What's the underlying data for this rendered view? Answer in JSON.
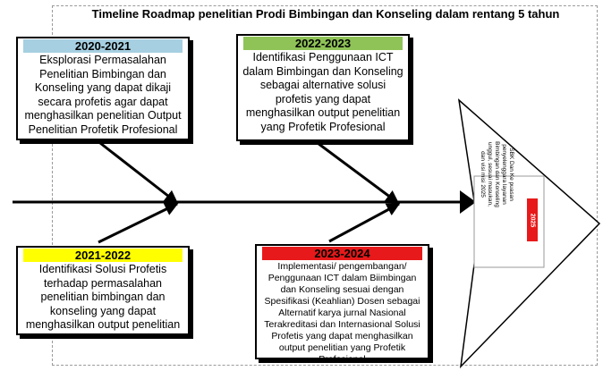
{
  "title": "Timeline Roadmap penelitian Prodi Bimbingan dan Konseling dalam rentang 5 tahun",
  "milestones": [
    {
      "year": "2020-2021",
      "header_color": "#a6cfe1",
      "text": "Eksplorasi Permasalahan Penelitian Bimbingan dan Konseling yang dapat dikaji secara profetis agar dapat menghasilkan penelitian Output Penelitian Profetik Profesional"
    },
    {
      "year": "2021-2022",
      "header_color": "#ffff00",
      "text": "Identifikasi Solusi Profetis terhadap permasalahan penelitian bimbingan dan konseling yang dapat menghasilkan output penelitian"
    },
    {
      "year": "2022-2023",
      "header_color": "#8fc357",
      "text": "Identifikasi Penggunaan ICT dalam Bimbingan dan Konseling sebagai alternative solusi profetis yang dapat menghasilkan output penelitian yang Profetik Profesional"
    },
    {
      "year": "2023-2024",
      "header_color": "#e8191a",
      "text": "Implementasi/ pengembangan/ Penggunaan ICT dalam Biimbingan dan Konseling sesuai dengan Spesifikasi (Keahlian) Dosen sebagai Alternatif karya jurnal Nasional Terakreditasi dan Internasional Solusi Profetis yang dapat menghasilkan output penelitian yang Profetik Profesional"
    }
  ],
  "goal": {
    "year": "2025",
    "tag_color": "#e8191a",
    "text": "SBK Dan Ke puasan penyelenggara layanan Bimbingan dan Konseling unggul, sesuai masukan, dan visi misi 2025"
  }
}
